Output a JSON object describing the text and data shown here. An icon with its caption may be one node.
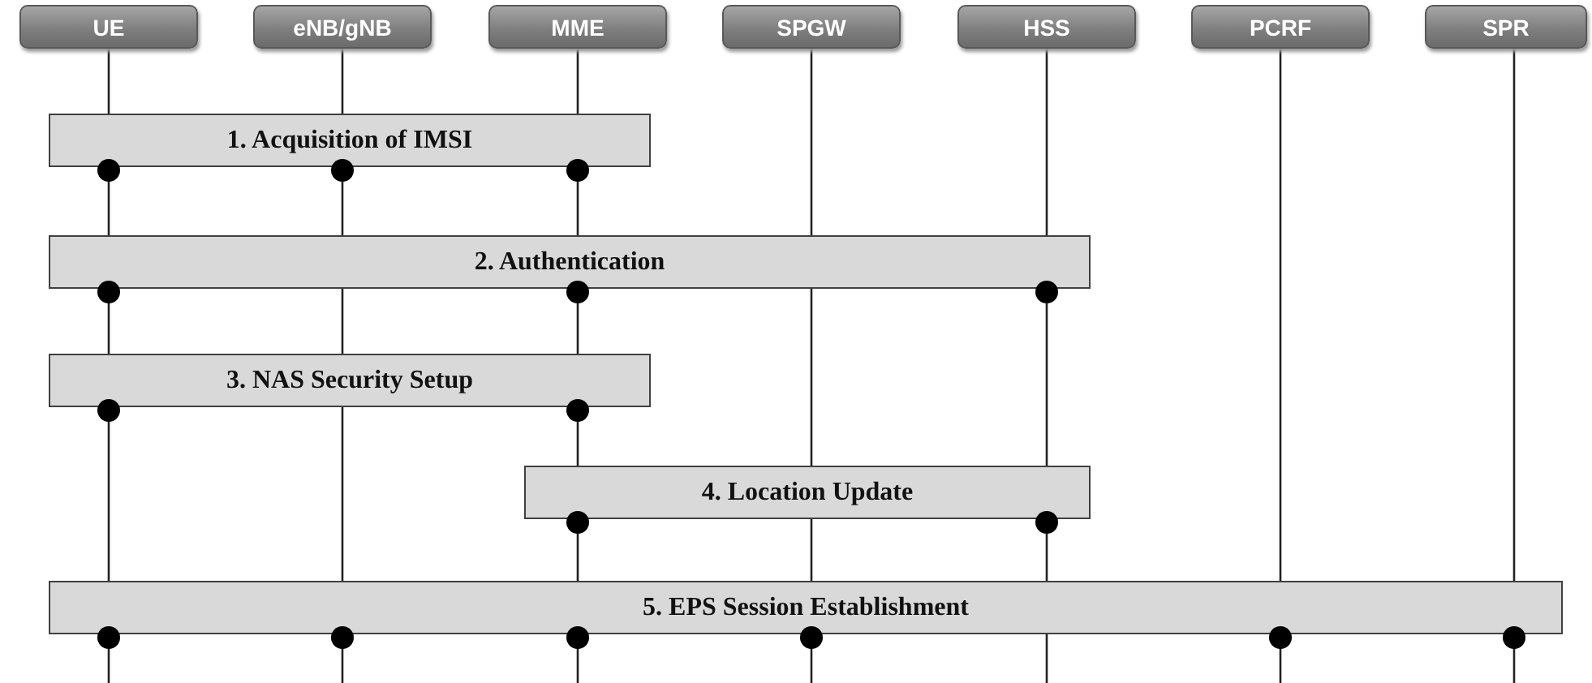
{
  "diagram": {
    "nodes": [
      {
        "text": [
          "UE"
        ]
      },
      {
        "text": [
          "eNB/gNB"
        ]
      },
      {
        "text": [
          "MME"
        ]
      },
      {
        "text": [
          "SPGW"
        ]
      },
      {
        "text": [
          "HSS"
        ]
      },
      {
        "text": [
          "PCRF"
        ]
      },
      {
        "text": [
          "SPR"
        ]
      },
      {
        "text": [
          "1. Acquisition of IMSI"
        ]
      },
      {
        "text": [
          "2. Authentication"
        ]
      },
      {
        "text": [
          "3. NAS Security Setup"
        ]
      },
      {
        "text": [
          "4. Location Update"
        ]
      },
      {
        "text": [
          "5. EPS Session Establishment"
        ]
      }
    ]
  }
}
